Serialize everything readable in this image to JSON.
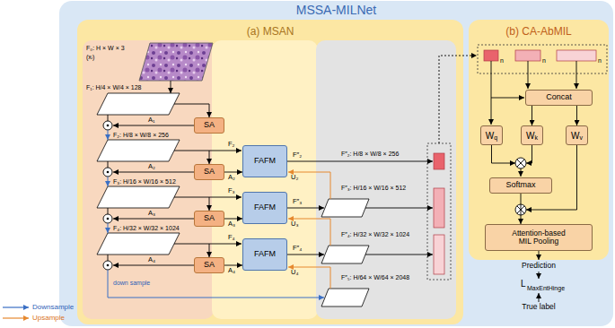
{
  "diagram": {
    "nodes": [
      {
        "text": [
          "MSSA-MILNet"
        ]
      },
      {
        "text": [
          "(a) MSAN"
        ],
        "in": 0
      },
      {
        "text": [
          "(b) CA-AbMIL"
        ],
        "in": 0
      },
      {
        "text": [
          "SA"
        ],
        "in": 1
      },
      {
        "text": [
          "SA"
        ],
        "in": 1
      },
      {
        "text": [
          "SA"
        ],
        "in": 1
      },
      {
        "text": [
          "SA"
        ],
        "in": 1
      },
      {
        "text": [
          "FAFM"
        ],
        "in": 1
      },
      {
        "text": [
          "FAFM"
        ],
        "in": 1
      },
      {
        "text": [
          "FAFM"
        ],
        "in": 1
      },
      {
        "text": [
          "Concat"
        ],
        "in": 2
      },
      {
        "text": [
          "W",
          "q"
        ],
        "in": 2
      },
      {
        "text": [
          "W",
          "k"
        ],
        "in": 2
      },
      {
        "text": [
          "W",
          "v"
        ],
        "in": 2
      },
      {
        "text": [
          "Softmax"
        ],
        "in": 2
      },
      {
        "text": [
          "Attention-based MIL Pooling"
        ],
        "in": 2
      }
    ],
    "edges": [
      {
        "from": 4,
        "to": 7,
        "arrow": "to"
      },
      {
        "from": 5,
        "to": 8,
        "arrow": "to"
      },
      {
        "from": 6,
        "to": 9,
        "arrow": "to"
      },
      {
        "from": 10,
        "to": 12,
        "arrow": "to"
      },
      {
        "from": 10,
        "to": 13,
        "arrow": "to"
      },
      {
        "from": 14,
        "to": 15,
        "arrow": "to"
      }
    ],
    "labels": [
      "F₀: H × W × 3",
      "(xᵢ)",
      "F₁: H/4 × W/4 × 128",
      "A₁",
      "F₂: H/8 × W/8 × 256",
      "A₂",
      "F₃: H/16 × W/16 × 512",
      "A₃",
      "F₄: H/32 × W/32 × 1024",
      "A₄",
      "down sample",
      "F₂",
      "A₂",
      "F₃",
      "A₃",
      "F₄",
      "A₄",
      "F″₂",
      "U₂",
      "F″₃",
      "U₃",
      "F″₄",
      "U₄",
      "F″₂: H/8 × W/8 × 256",
      "F″₃: H/16 × W/16 × 512",
      "F″₄: H/32 × W/32 × 1024",
      "F″₅: H/64 × W/64 × 2048",
      "n",
      "n",
      "n",
      "Prediction",
      "L",
      "MaxEntHinge",
      "True label"
    ],
    "legend": [
      {
        "text": "Downsample"
      },
      {
        "text": "Upsample"
      }
    ]
  }
}
